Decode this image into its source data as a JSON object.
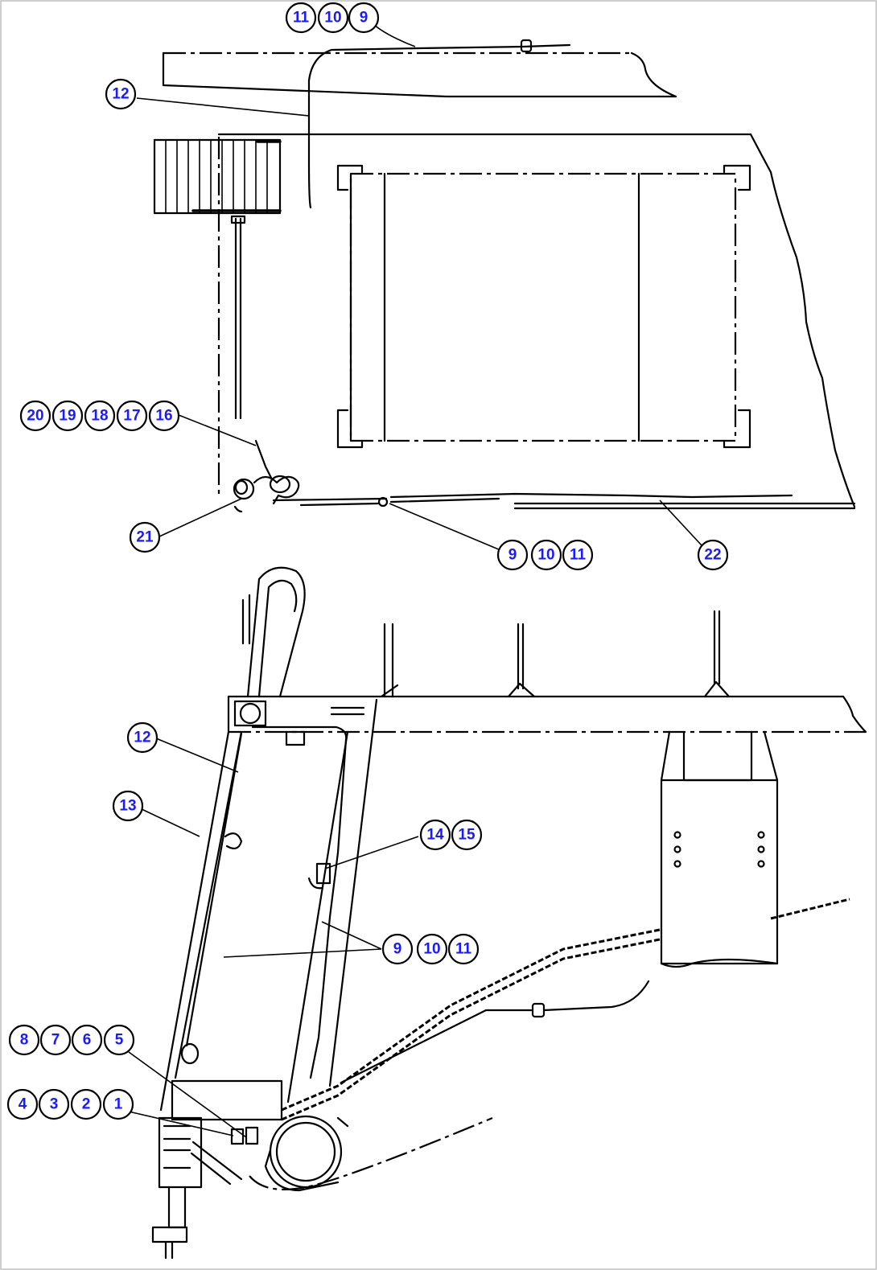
{
  "callouts": [
    {
      "label": "11"
    },
    {
      "label": "10"
    },
    {
      "label": "9"
    },
    {
      "label": "12"
    },
    {
      "label": "20"
    },
    {
      "label": "19"
    },
    {
      "label": "18"
    },
    {
      "label": "17"
    },
    {
      "label": "16"
    },
    {
      "label": "21"
    },
    {
      "label": "9"
    },
    {
      "label": "10"
    },
    {
      "label": "11"
    },
    {
      "label": "22"
    },
    {
      "label": "12"
    },
    {
      "label": "13"
    },
    {
      "label": "14"
    },
    {
      "label": "15"
    },
    {
      "label": "9"
    },
    {
      "label": "10"
    },
    {
      "label": "11"
    },
    {
      "label": "8"
    },
    {
      "label": "7"
    },
    {
      "label": "6"
    },
    {
      "label": "5"
    },
    {
      "label": "4"
    },
    {
      "label": "3"
    },
    {
      "label": "2"
    },
    {
      "label": "1"
    }
  ]
}
